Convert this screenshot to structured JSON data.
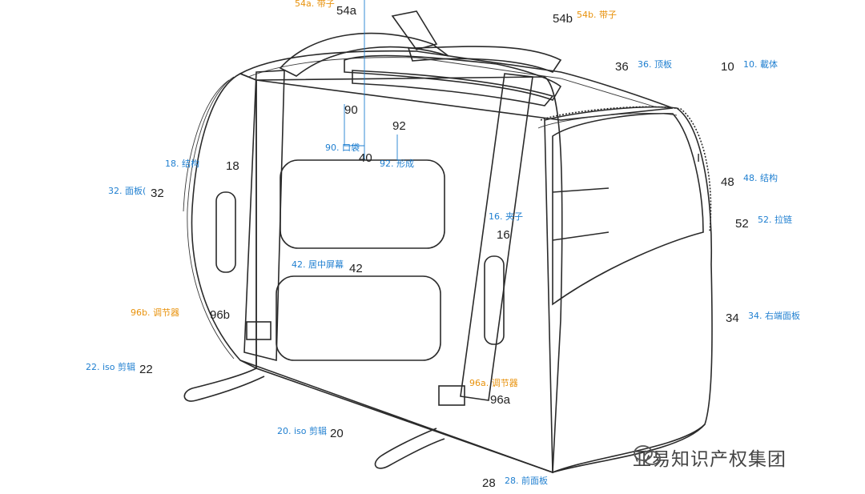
{
  "labels": [
    {
      "id": "l54a",
      "ref": "54a",
      "text": "54a. 带子",
      "color": "orange"
    },
    {
      "id": "l54b",
      "ref": "54b",
      "text": "54b. 带子",
      "color": "orange"
    },
    {
      "id": "l36",
      "ref": "36",
      "text": "36. 顶板",
      "color": "blue"
    },
    {
      "id": "l10",
      "ref": "10",
      "text": "10. 載体",
      "color": "blue"
    },
    {
      "id": "l90",
      "ref": "90",
      "text": "90. 口袋",
      "color": "blue"
    },
    {
      "id": "l92",
      "ref": "92",
      "text": "92. 形成",
      "color": "blue"
    },
    {
      "id": "l18",
      "ref": "18",
      "text": "18. 结构",
      "color": "blue"
    },
    {
      "id": "l40",
      "ref": "40",
      "text": "",
      "color": "blue"
    },
    {
      "id": "l48",
      "ref": "48",
      "text": "48. 结构",
      "color": "blue"
    },
    {
      "id": "l32",
      "ref": "32",
      "text": "32. 面板(",
      "color": "blue"
    },
    {
      "id": "l52",
      "ref": "52",
      "text": "52. 拉链",
      "color": "blue"
    },
    {
      "id": "l16",
      "ref": "16",
      "text": "16. 夹子",
      "color": "blue"
    },
    {
      "id": "l42",
      "ref": "42",
      "text": "42. 居中屏幕",
      "color": "blue"
    },
    {
      "id": "l96b",
      "ref": "96b",
      "text": "96b. 调节器",
      "color": "orange"
    },
    {
      "id": "l34",
      "ref": "34",
      "text": "34. 右端面板",
      "color": "blue"
    },
    {
      "id": "l22",
      "ref": "22",
      "text": "22. iso 剪辑",
      "color": "blue"
    },
    {
      "id": "l96a",
      "ref": "96a",
      "text": "96a. 调节器",
      "color": "orange"
    },
    {
      "id": "l20",
      "ref": "20",
      "text": "20. iso 剪辑",
      "color": "blue"
    },
    {
      "id": "l28",
      "ref": "28",
      "text": "28. 前面板",
      "color": "blue"
    },
    {
      "id": "lI",
      "ref": "I",
      "text": "",
      "color": "blue"
    }
  ],
  "watermark": {
    "text": "亚易知识产权集团",
    "icon": "wechat-icon"
  },
  "colors": {
    "blue": "#1f7fd0",
    "orange": "#e8920c",
    "ink": "#2a2a2a"
  }
}
